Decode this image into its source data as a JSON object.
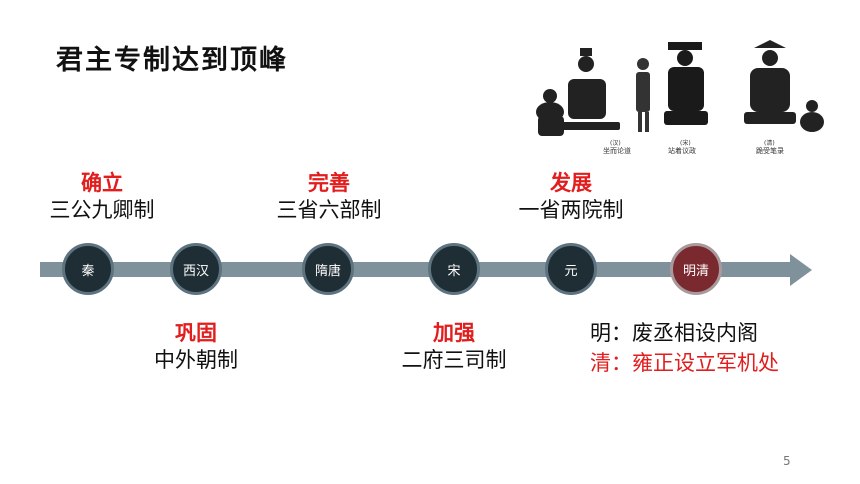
{
  "title": "君主专制达到顶峰",
  "illustration": {
    "captions": [
      {
        "era": "(汉)",
        "text": "坐而论道"
      },
      {
        "era": "(宋)",
        "text": "站着议政"
      },
      {
        "era": "(清)",
        "text": "跪受笔录"
      }
    ]
  },
  "timeline": {
    "nodes": [
      {
        "label": "秦",
        "highlight": false
      },
      {
        "label": "西汉",
        "highlight": false
      },
      {
        "label": "隋唐",
        "highlight": false
      },
      {
        "label": "宋",
        "highlight": false
      },
      {
        "label": "元",
        "highlight": false
      },
      {
        "label": "明清",
        "highlight": true
      }
    ],
    "above": [
      {
        "stage": "确立",
        "system": "三公九卿制"
      },
      {
        "stage": "完善",
        "system": "三省六部制"
      },
      {
        "stage": "发展",
        "system": "一省两院制"
      }
    ],
    "below": [
      {
        "stage": "巩固",
        "system": "中外朝制"
      },
      {
        "stage": "加强",
        "system": "二府三司制"
      }
    ],
    "ming_qing": {
      "ming": "明：废丞相设内阁",
      "qing": "清：雍正设立军机处"
    }
  },
  "page_number": "5",
  "colors": {
    "accent_red": "#e11d1d",
    "node_dark": "#1f2d35",
    "node_highlight": "#7a2a2e",
    "bar": "#7f929b"
  }
}
